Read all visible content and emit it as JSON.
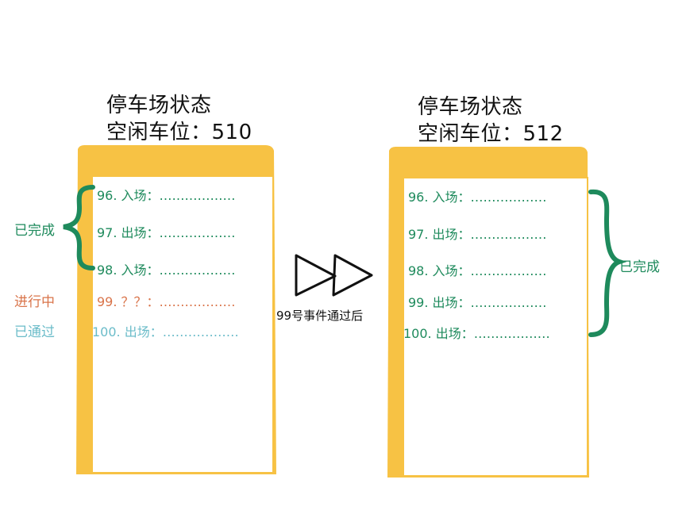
{
  "left_panel": {
    "title_line1": "停车场状态",
    "title_line2": "空闲车位：510",
    "rows": [
      {
        "text": "96. 入场：………………",
        "state": "done"
      },
      {
        "text": "97. 出场：………………",
        "state": "done"
      },
      {
        "text": "98. 入场：………………",
        "state": "done"
      },
      {
        "text": "99. ？？：………………",
        "state": "in_progress"
      },
      {
        "text": "100. 出场：………………",
        "state": "passed"
      }
    ],
    "labels": {
      "done": "已完成",
      "in_progress": "进行中",
      "passed": "已通过"
    }
  },
  "transition": {
    "caption": "99号事件通过后",
    "icon": "double-play-arrow-icon"
  },
  "right_panel": {
    "title_line1": "停车场状态",
    "title_line2": "空闲车位：512",
    "rows": [
      {
        "text": "96. 入场：………………"
      },
      {
        "text": "97. 出场：………………"
      },
      {
        "text": "98. 入场：………………"
      },
      {
        "text": "99. 出场：………………"
      },
      {
        "text": "100. 出场：………………"
      }
    ],
    "label_done": "已完成"
  },
  "colors": {
    "folder": "#f7c244",
    "green": "#1e8a5c",
    "orange": "#d9744a",
    "teal": "#6bbcc9"
  }
}
